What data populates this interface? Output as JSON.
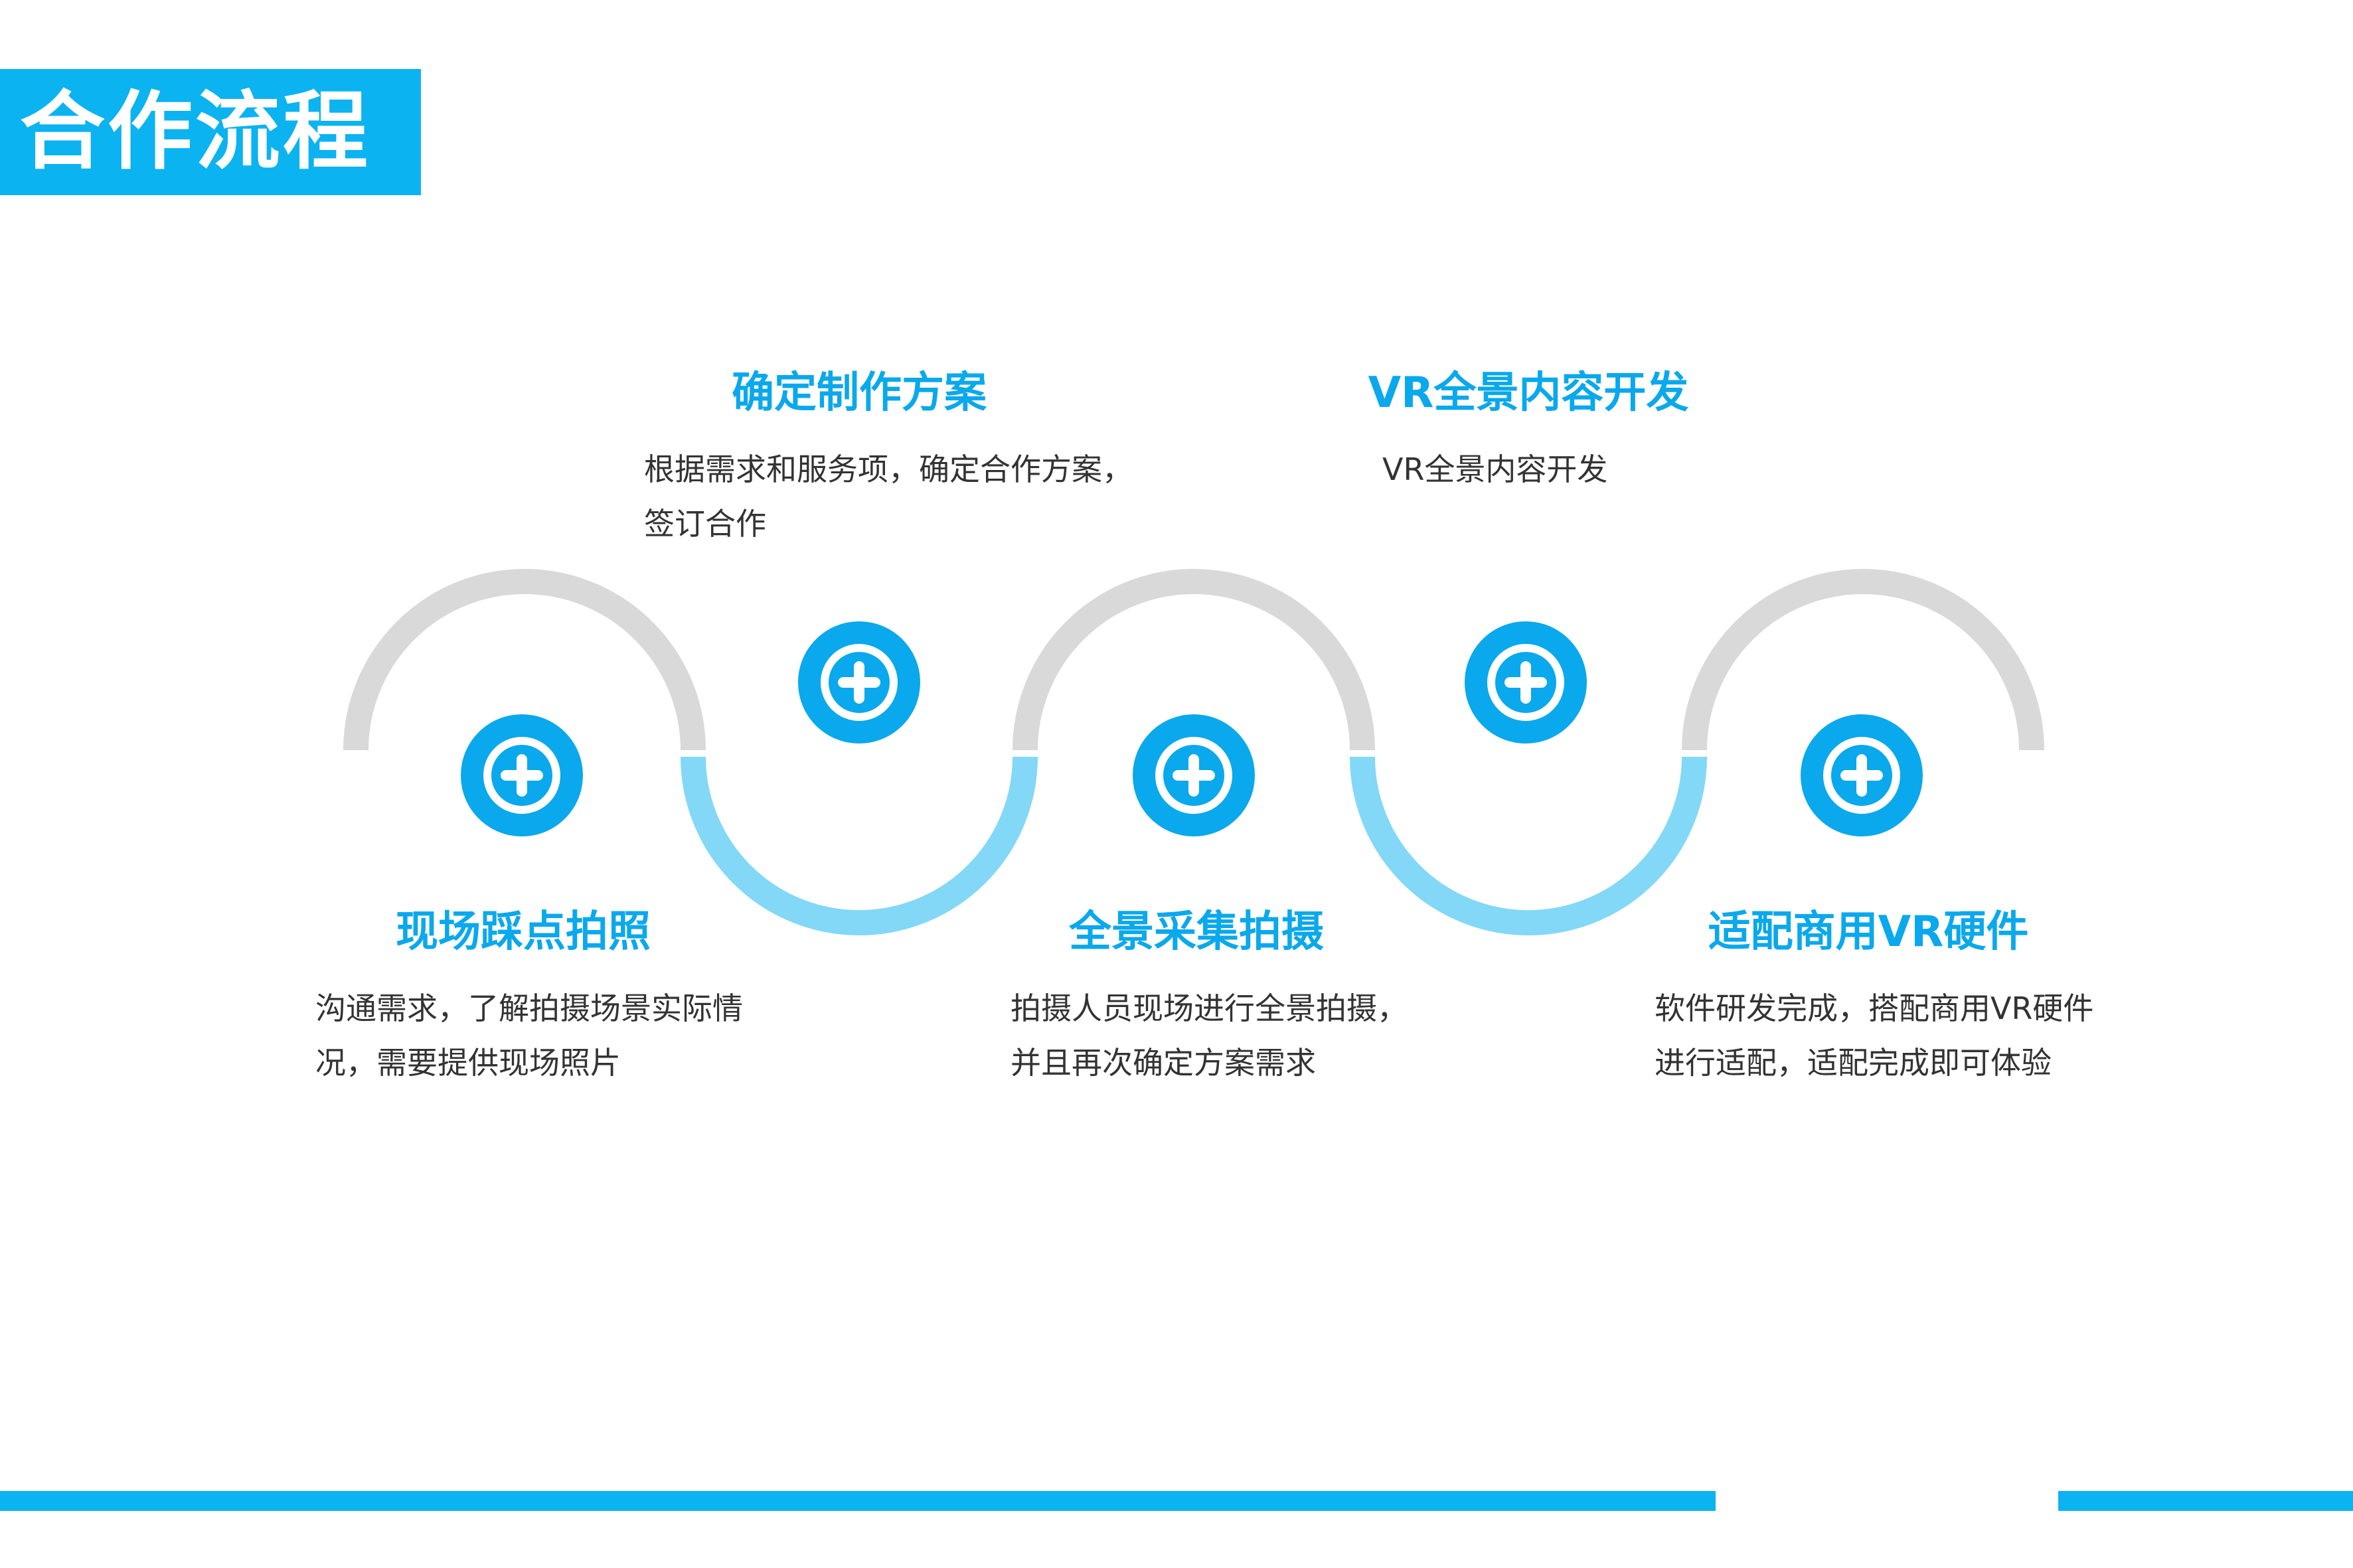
{
  "page": {
    "title": "合作流程"
  },
  "colors": {
    "accent": "#0bb3f0",
    "arc_light": "#82d8f6",
    "arc_gray": "#d9d9d9",
    "node_blue": "#0aa8ec",
    "title_text": "#0aa8ec"
  },
  "steps": [
    {
      "title": "现场踩点拍照",
      "desc": [
        "沟通需求，了解拍摄场景实际情",
        "况，需要提供现场照片"
      ],
      "icon": "plus-circle-icon"
    },
    {
      "title": "确定制作方案",
      "desc": [
        "根据需求和服务项，确定合作方案，",
        "签订合作"
      ],
      "icon": "plus-circle-icon"
    },
    {
      "title": "全景采集拍摄",
      "desc": [
        "拍摄人员现场进行全景拍摄，",
        "并且再次确定方案需求"
      ],
      "icon": "plus-circle-icon"
    },
    {
      "title": "VR全景内容开发",
      "desc": [
        "VR全景内容开发"
      ],
      "icon": "plus-circle-icon"
    },
    {
      "title": "适配商用VR硬件",
      "desc": [
        "软件研发完成，搭配商用VR硬件",
        "进行适配，适配完成即可体验"
      ],
      "icon": "plus-circle-icon"
    }
  ]
}
